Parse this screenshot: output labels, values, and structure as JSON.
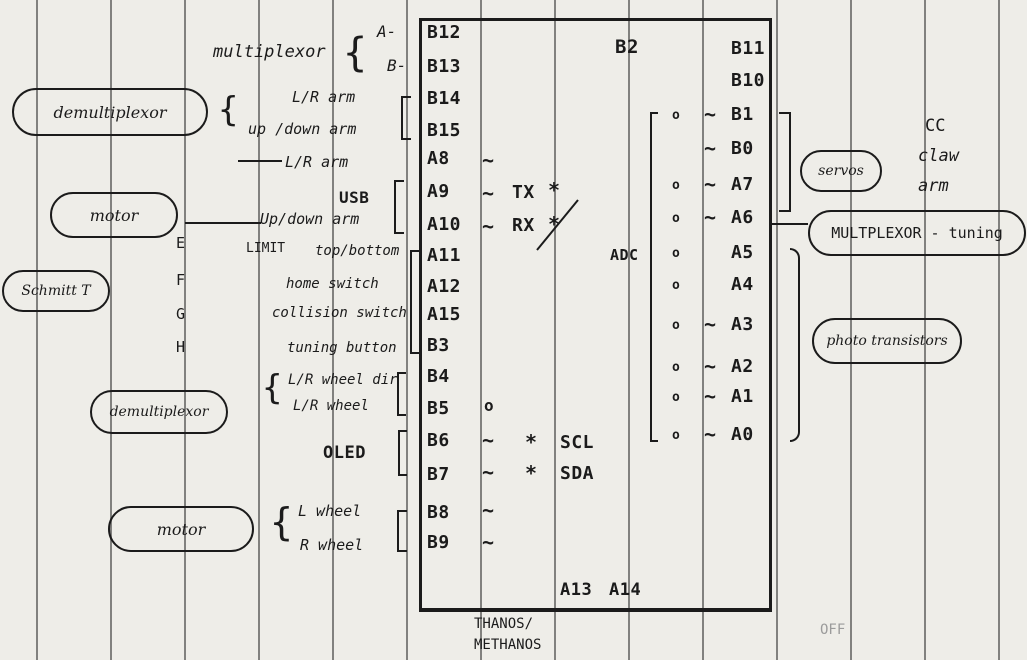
{
  "chip": {
    "title": "B2",
    "left_pins": [
      "B12",
      "B13",
      "B14",
      "B15",
      "A8",
      "A9",
      "A10",
      "A11",
      "A12",
      "A15",
      "B3",
      "B4",
      "B5",
      "B6",
      "B7",
      "B8",
      "B9"
    ],
    "right_pins": [
      "B11",
      "B10",
      "B1",
      "B0",
      "A7",
      "A6",
      "A5",
      "A4",
      "A3",
      "A2",
      "A1",
      "A0"
    ],
    "bottom_pins": [
      "A13",
      "A14"
    ]
  },
  "marks": {
    "pwm": "~",
    "dot": "o",
    "star": "*",
    "tx": "TX",
    "rx": "RX",
    "scl": "SCL",
    "sda": "SDA",
    "adc": "ADC"
  },
  "left_labels": {
    "a_minus": "A-",
    "b_minus": "B-",
    "multiplexor": "multiplexor",
    "lr_arm": "L/R arm",
    "updown_arm": "up /down arm",
    "lr_arm2": "L/R arm",
    "usb": "USB",
    "updown_arm2": "Up/down arm",
    "limit": "LIMIT",
    "top_bottom": "top/bottom",
    "home_switch": "home switch",
    "collision_switch": "collision switch",
    "tuning_button": "tuning button",
    "lr_wheel_dir": "L/R wheel dir",
    "lr_wheel": "L/R wheel",
    "oled": "OLED",
    "l_wheel": "L wheel",
    "r_wheel": "R wheel",
    "e": "E",
    "f": "F",
    "g": "G",
    "h": "H"
  },
  "clouds": {
    "demultiplexor1": "demultiplexor",
    "motor1": "motor",
    "schmitt": "Schmitt T",
    "demultiplexor2": "demultiplexor",
    "motor2": "motor",
    "servos": "servos",
    "multiplexor": "MULTPLEXOR - tuning",
    "photo": "photo transistors"
  },
  "right_labels": {
    "cc": "CC",
    "claw": "claw",
    "arm": "arm"
  },
  "bottom_labels": {
    "thanos": "THANOS/",
    "methanos": "METHANOS",
    "off": "OFF"
  }
}
